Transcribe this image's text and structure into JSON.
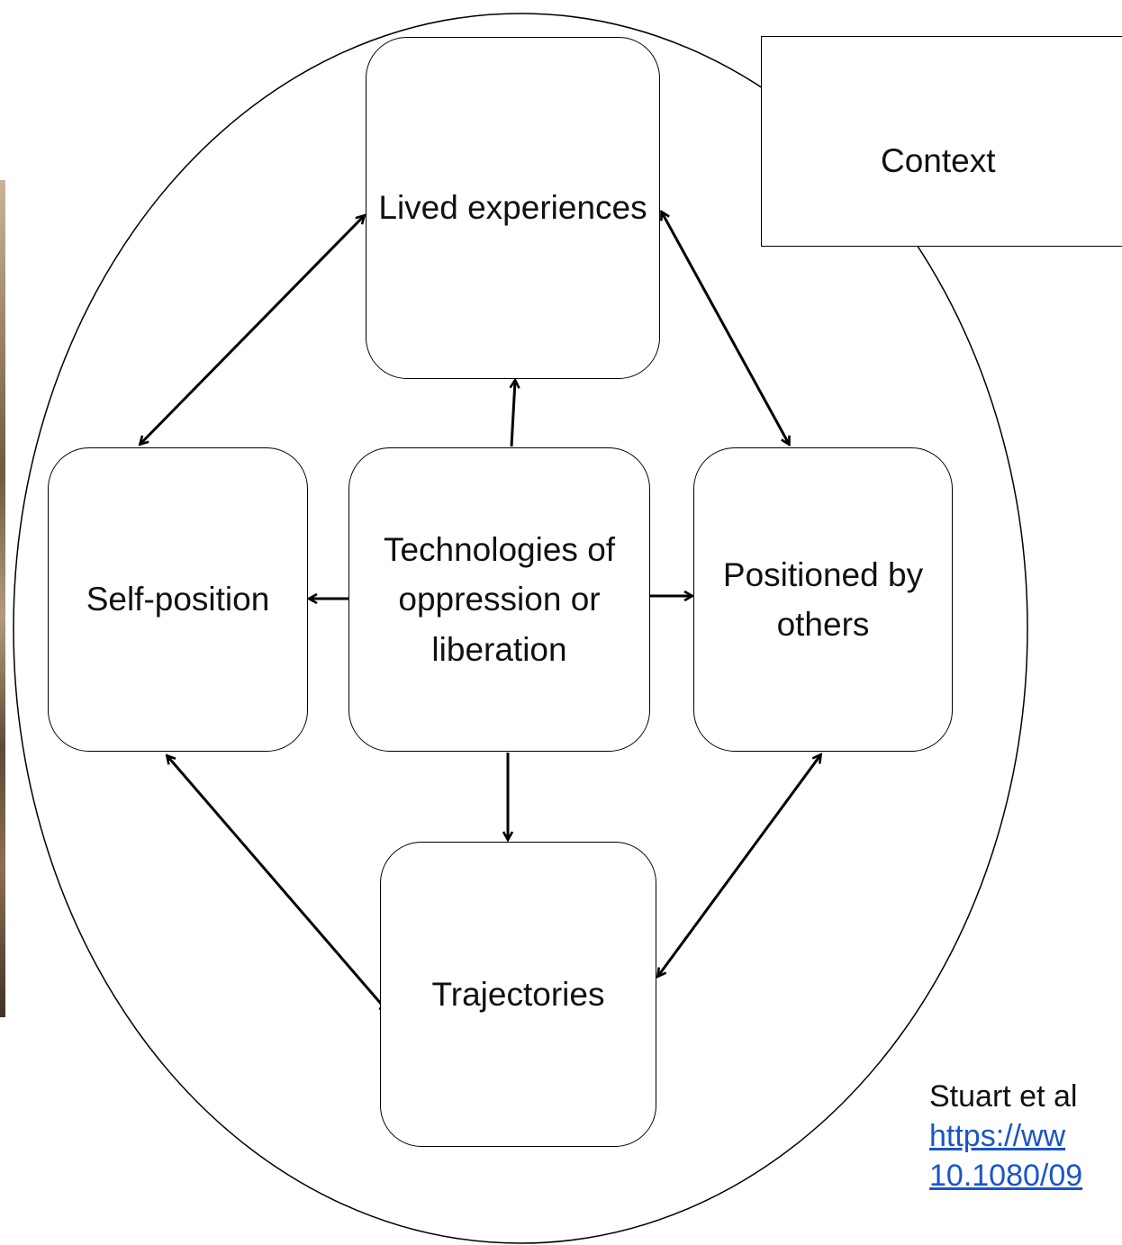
{
  "nodes": {
    "lived": "Lived experiences",
    "self": "Self-position",
    "tech": "Technologies of oppression or liberation",
    "positioned": "Positioned by others",
    "trajectories": "Trajectories"
  },
  "context_label": "Context",
  "citation": {
    "author": "Stuart et al",
    "link1": "https://ww",
    "link2": "10.1080/09"
  },
  "colors": {
    "link": "#1a55c9",
    "stroke": "#000000"
  }
}
